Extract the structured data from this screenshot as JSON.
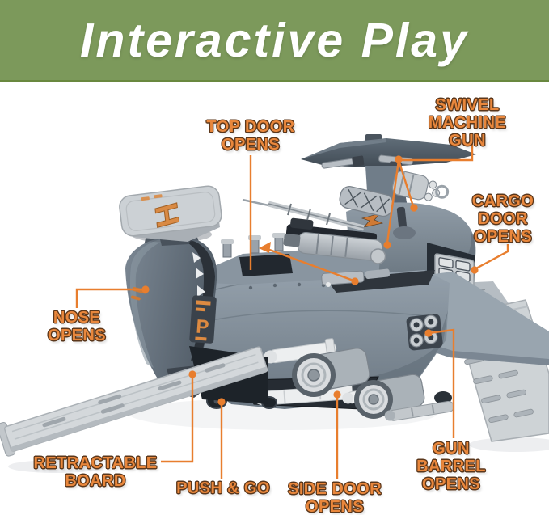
{
  "banner": {
    "title": "Interactive Play",
    "bg_color": "#7C995B",
    "border_color": "#69883F",
    "text_color": "#FFFFFF"
  },
  "accent": {
    "callout_text_color": "#E9873C",
    "callout_outline_color": "#5B371B",
    "connector_color": "#E87E2E"
  },
  "callouts": {
    "top_door": {
      "text": "TOP DOOR\nOPENS"
    },
    "swivel_gun": {
      "text": "SWIVEL\nMACHINE GUN"
    },
    "cargo_door": {
      "text": "CARGO\nDOOR\nOPENS"
    },
    "nose": {
      "text": "NOSE\nOPENS"
    },
    "retractable_board": {
      "text": "RETRACTABLE\nBOARD"
    },
    "push_go": {
      "text": "PUSH & GO"
    },
    "side_door": {
      "text": "SIDE DOOR\nOPENS"
    },
    "gun_barrel": {
      "text": "GUN BARREL\nOPENS"
    }
  },
  "toy": {
    "helipad_marking": "H",
    "nose_marking": "P"
  }
}
